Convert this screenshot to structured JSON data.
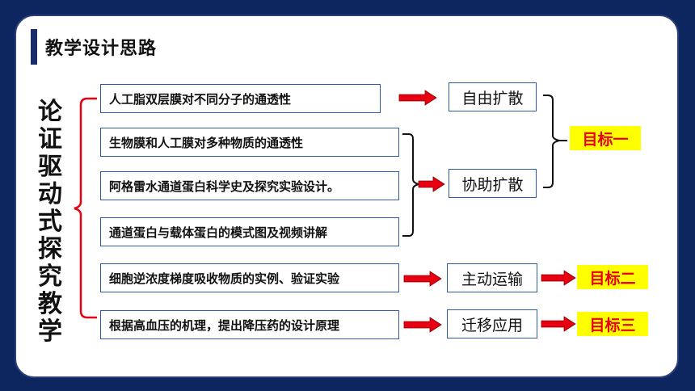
{
  "title": "教学设计思路",
  "vertical_title": "论证驱动式探究教学",
  "items": [
    "人工脂双层膜对不同分子的通透性",
    "生物膜和人工膜对多种物质的通透性",
    "阿格雷水通道蛋白科学史及探究实验设计。",
    "通道蛋白与载体蛋白的模式图及视频讲解",
    "细胞逆浓度梯度吸收物质的实例、验证实验",
    "根据高血压的机理，提出降压药的设计原理"
  ],
  "results": [
    "自由扩散",
    "协助扩散",
    "主动运输",
    "迁移应用"
  ],
  "goals": [
    "目标一",
    "目标二",
    "目标三"
  ],
  "colors": {
    "arrow": "#e60012",
    "goal_bg": "#ffff00",
    "goal_text": "#e60012",
    "box_border": "#2e5aa8",
    "frame": "#0e2660"
  }
}
